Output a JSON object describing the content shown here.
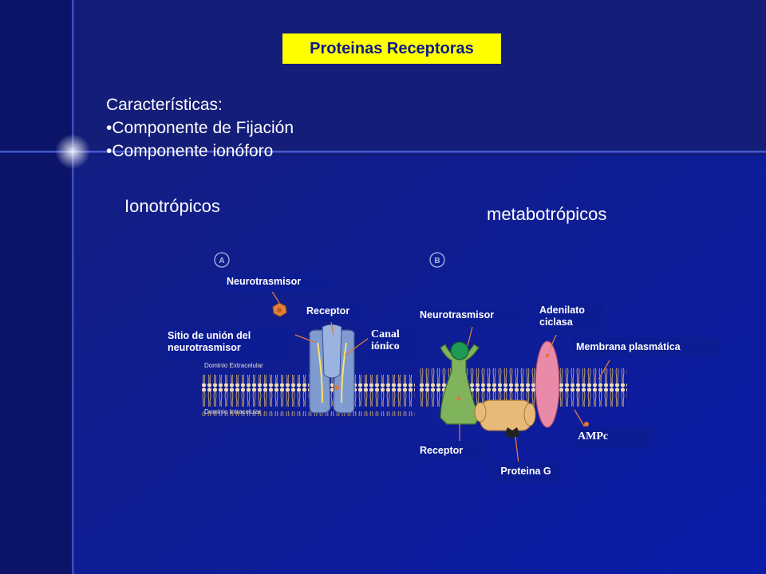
{
  "title": "Proteinas Receptoras",
  "characteristics": {
    "heading": "Características:",
    "items": [
      "Componente de Fijación",
      "Componente ionóforo"
    ]
  },
  "sections": {
    "left": "Ionotrópicos",
    "right": "metabotrópicos"
  },
  "panel_a": {
    "badge": "A",
    "labels": {
      "neurotransmitter": "Neurotrasmisor",
      "receptor": "Receptor",
      "binding_site_1": "Sitio de unión del",
      "binding_site_2": "neurotrasmisor",
      "channel_1": "Canal",
      "channel_2": "iónico"
    },
    "membrane_text_top": "Dominio Extracelular",
    "membrane_text_bottom": "Dominio Intracelular"
  },
  "panel_b": {
    "badge": "B",
    "labels": {
      "neurotransmitter": "Neurotrasmisor",
      "adenylate_1": "Adenilato",
      "adenylate_2": "ciclasa",
      "membrane": "Membrana plasmática",
      "receptor": "Receptor",
      "g_protein": "Proteina G",
      "camp": "AMPc"
    }
  },
  "colors": {
    "background": "#0d1a9a",
    "title_fill": "#ffff00",
    "title_text": "#0c1a8a",
    "label_fill": "#0c1c93",
    "membrane": "#e6cfa0",
    "channel": "#7f9bd0",
    "receptor_b": "#7fb35c",
    "g_protein": "#e8ba7a",
    "adenylate": "#e88aa8"
  }
}
